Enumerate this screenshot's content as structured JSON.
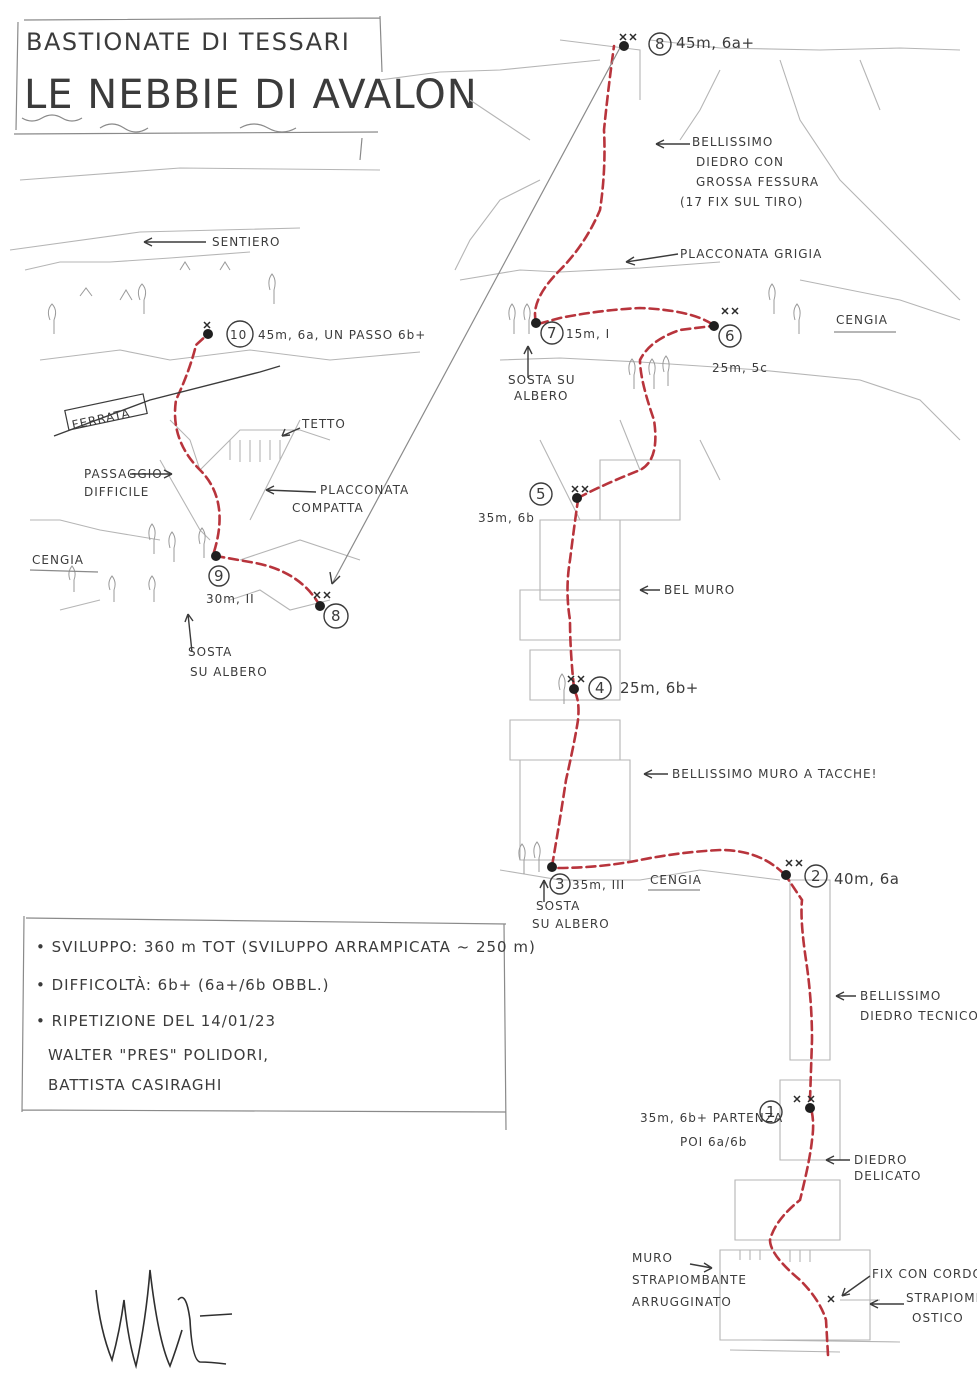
{
  "title": {
    "line1": "BASTIONATE DI TESSARI",
    "line2": "LE NEBBIE DI AVALON"
  },
  "labels": {
    "sentiero": "SENTIERO",
    "ferrata": "FERRATA",
    "tetto": "TETTO",
    "passaggio_difficile_1": "PASSAGGIO",
    "passaggio_difficile_2": "DIFFICILE",
    "placconata_compatta_1": "PLACCONATA",
    "placconata_compatta_2": "COMPATTA",
    "cengia_left": "CENGIA",
    "cengia_upper": "CENGIA",
    "cengia_lower": "CENGIA",
    "sosta_albero_1a": "SOSTA",
    "sosta_albero_1b": "SU ALBERO",
    "sosta_albero_2a": "SOSTA SU",
    "sosta_albero_2b": "ALBERO",
    "sosta_albero_3a": "SOSTA",
    "sosta_albero_3b": "SU ALBERO",
    "diedro_fessura_1": "BELLISSIMO",
    "diedro_fessura_2": "DIEDRO CON",
    "diedro_fessura_3": "GROSSA FESSURA",
    "diedro_fessura_4": "(17 FIX SUL TIRO)",
    "placconata_grigia": "PLACCONATA GRIGIA",
    "bel_muro": "BEL MURO",
    "muro_tacche": "BELLISSIMO MURO A TACCHE!",
    "diedro_tecnico_1": "BELLISSIMO",
    "diedro_tecnico_2": "DIEDRO TECNICO",
    "diedro_delicato_1": "DIEDRO",
    "diedro_delicato_2": "DELICATO",
    "muro_strapiombante_1": "MURO",
    "muro_strapiombante_2": "STRAPIOMBANTE",
    "muro_strapiombante_3": "ARRUGGINATO",
    "fix_cordone": "FIX CON CORDONE",
    "strapiombino_1": "STRAPIOMBINO",
    "strapiombino_2": "OSTICO"
  },
  "pitches": [
    {
      "num": "1",
      "desc": "35m, 6b+ PARTENZA",
      "desc2": "POI 6a/6b"
    },
    {
      "num": "2",
      "desc": "40m, 6a"
    },
    {
      "num": "3",
      "desc": "35m, III"
    },
    {
      "num": "4",
      "desc": "25m, 6b+"
    },
    {
      "num": "5",
      "desc": "35m, 6b"
    },
    {
      "num": "6",
      "desc": "25m, 5c"
    },
    {
      "num": "7",
      "desc": "15m, I"
    },
    {
      "num": "8",
      "desc": "45m, 6a+"
    },
    {
      "num": "9",
      "desc": "30m, II"
    },
    {
      "num": "10",
      "desc": "45m, 6a, UN PASSO 6b+"
    }
  ],
  "connector_num": "8",
  "info": {
    "line1": "• SVILUPPO: 360 m TOT (SVILUPPO ARRAMPICATA ~ 250 m)",
    "line2": "• DIFFICOLTÀ: 6b+ (6a+/6b OBBL.)",
    "line3": "• RIPETIZIONE DEL 14/01/23",
    "line4": "WALTER \"PRES\" POLIDORI,",
    "line5": "BATTISTA CASIRAGHI"
  },
  "colors": {
    "route": "#b8343c",
    "ink": "#3b3b3b",
    "pencil": "#b5b5b5"
  }
}
